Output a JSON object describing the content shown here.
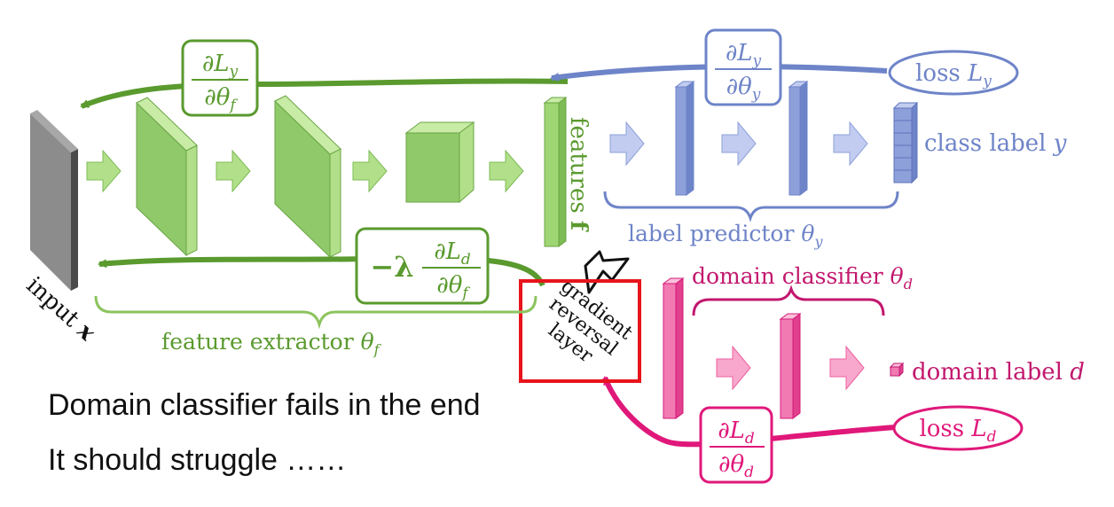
{
  "colors": {
    "green": "#5a9a2e",
    "green_fill": "#b2e08a",
    "green_dark": "#7dbb55",
    "blue": "#6e84c8",
    "blue_fill": "#a9b7e6",
    "pink": "#e0187a",
    "pink_fill": "#f58dbd",
    "gray": "#7a7a7a",
    "highlight": "#e8141c"
  },
  "labels": {
    "input": "input",
    "input_var": "x",
    "features": "features",
    "features_var": "f",
    "feature_extractor": "feature extractor",
    "feature_extractor_sym": "θ",
    "feature_extractor_sub": "f",
    "label_predictor": "label predictor",
    "label_predictor_sym": "θ",
    "label_predictor_sub": "y",
    "domain_classifier": "domain classifier",
    "domain_classifier_sym": "θ",
    "domain_classifier_sub": "d",
    "class_label": "class label",
    "class_label_var": "y",
    "domain_label": "domain label",
    "domain_label_var": "d",
    "gradient_reversal_line1": "gradient",
    "gradient_reversal_line2": "reversal",
    "gradient_reversal_line3": "layer"
  },
  "math": {
    "partial": "∂",
    "L": "L",
    "theta": "θ",
    "y": "y",
    "d": "d",
    "f": "f",
    "minus_lambda": "−λ",
    "loss_word": "loss"
  },
  "captions": {
    "line1": "Domain classifier fails in the end",
    "line2": "It should struggle ……"
  }
}
